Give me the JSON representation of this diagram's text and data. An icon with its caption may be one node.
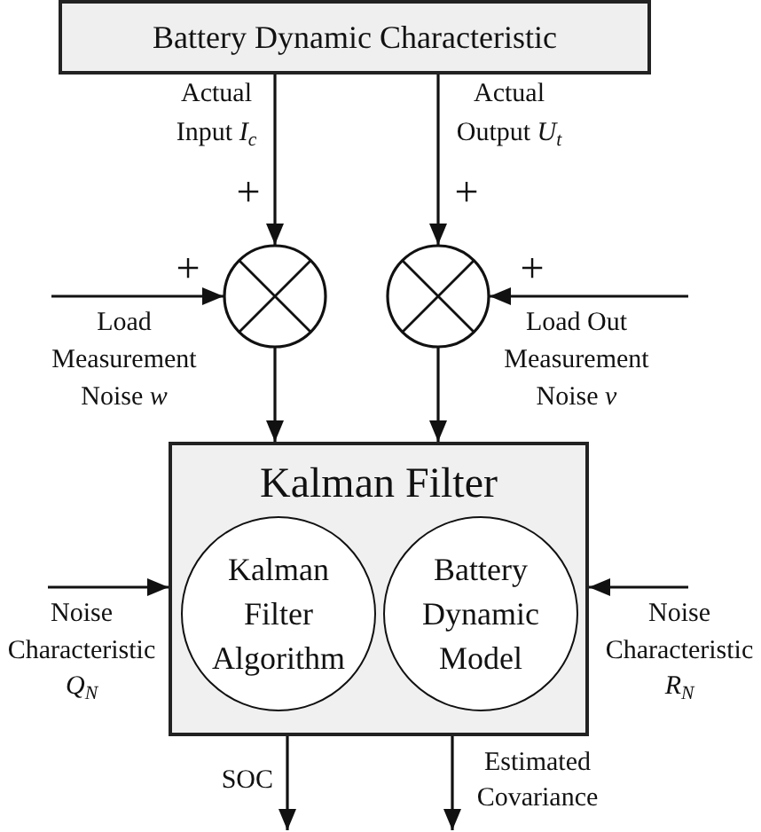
{
  "diagram": {
    "nodes": [
      {
        "text": [
          "Battery Dynamic Characteristic"
        ]
      },
      {
        "text": [],
        "shape": "circle"
      },
      {
        "text": [],
        "shape": "circle"
      },
      {
        "text": [
          "Kalman Filter"
        ]
      },
      {
        "text": [
          "Kalman Filter Algorithm"
        ],
        "in": 3
      },
      {
        "text": [
          "Battery Dynamic Model"
        ],
        "in": 3
      }
    ],
    "edges": [
      {
        "from": 0,
        "to": 1,
        "arrow": "to",
        "label": "Actual Input *I*$_{c}$"
      },
      {
        "from": 0,
        "to": 2,
        "arrow": "to",
        "label": "Actual Output *U*$_{t}$"
      },
      {
        "from": null,
        "to": 1,
        "arrow": "to",
        "label": "Load Measurement Noise *w*"
      },
      {
        "from": null,
        "to": 2,
        "arrow": "to",
        "label": "Load Out Measurement Noise *v*"
      },
      {
        "from": 1,
        "to": 3,
        "arrow": "to"
      },
      {
        "from": 2,
        "to": 3,
        "arrow": "to"
      },
      {
        "from": null,
        "to": 3,
        "arrow": "to",
        "label": "Noise Characteristic *Q*$_{N}$"
      },
      {
        "from": null,
        "to": 3,
        "arrow": "to",
        "label": "Noise Characteristic *R*$_{N}$"
      },
      {
        "from": 3,
        "to": null,
        "arrow": "to",
        "label": "SOC"
      },
      {
        "from": 3,
        "to": null,
        "arrow": "to",
        "label": "Estimated Covariance"
      }
    ],
    "labels": [
      "+",
      "+",
      "+",
      "+"
    ]
  }
}
